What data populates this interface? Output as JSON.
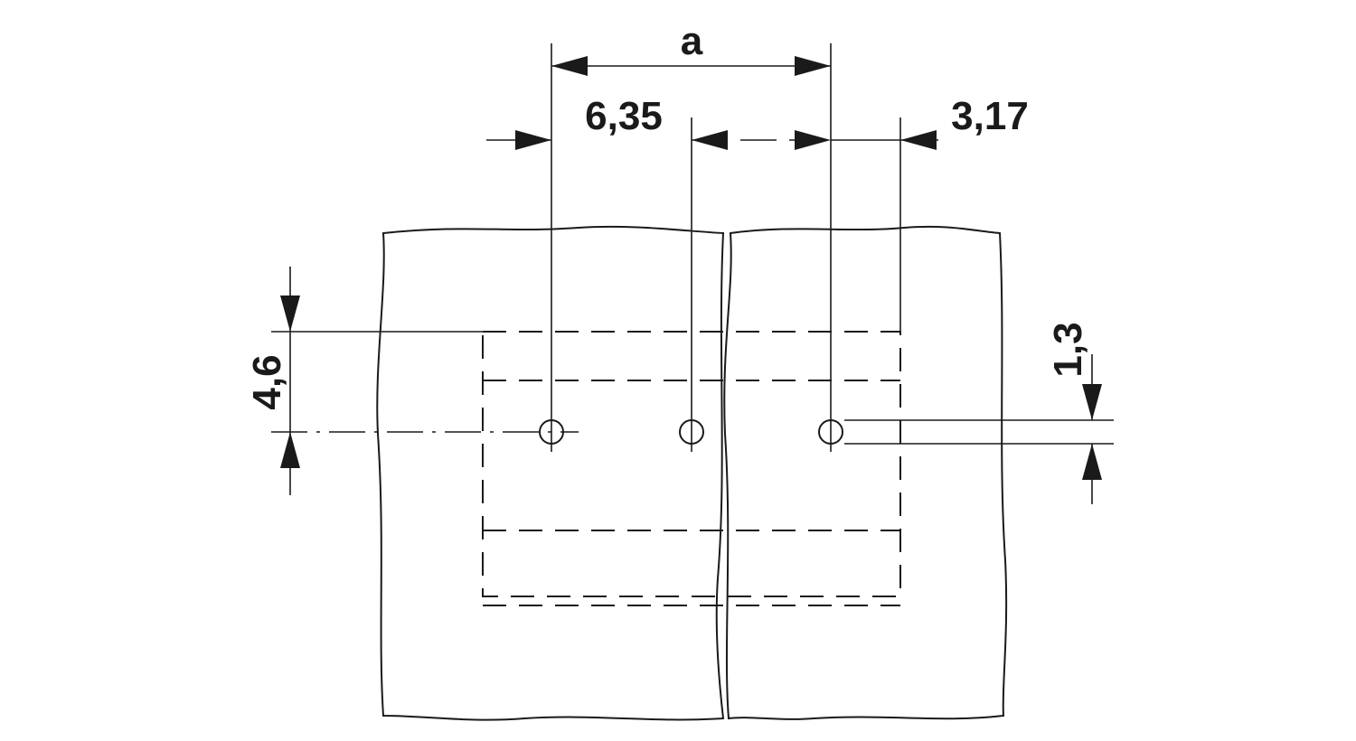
{
  "dimensions": {
    "a": "a",
    "pitch": "6,35",
    "edge_offset": "3,17",
    "row_offset": "4,6",
    "hole_diameter": "1,3"
  }
}
